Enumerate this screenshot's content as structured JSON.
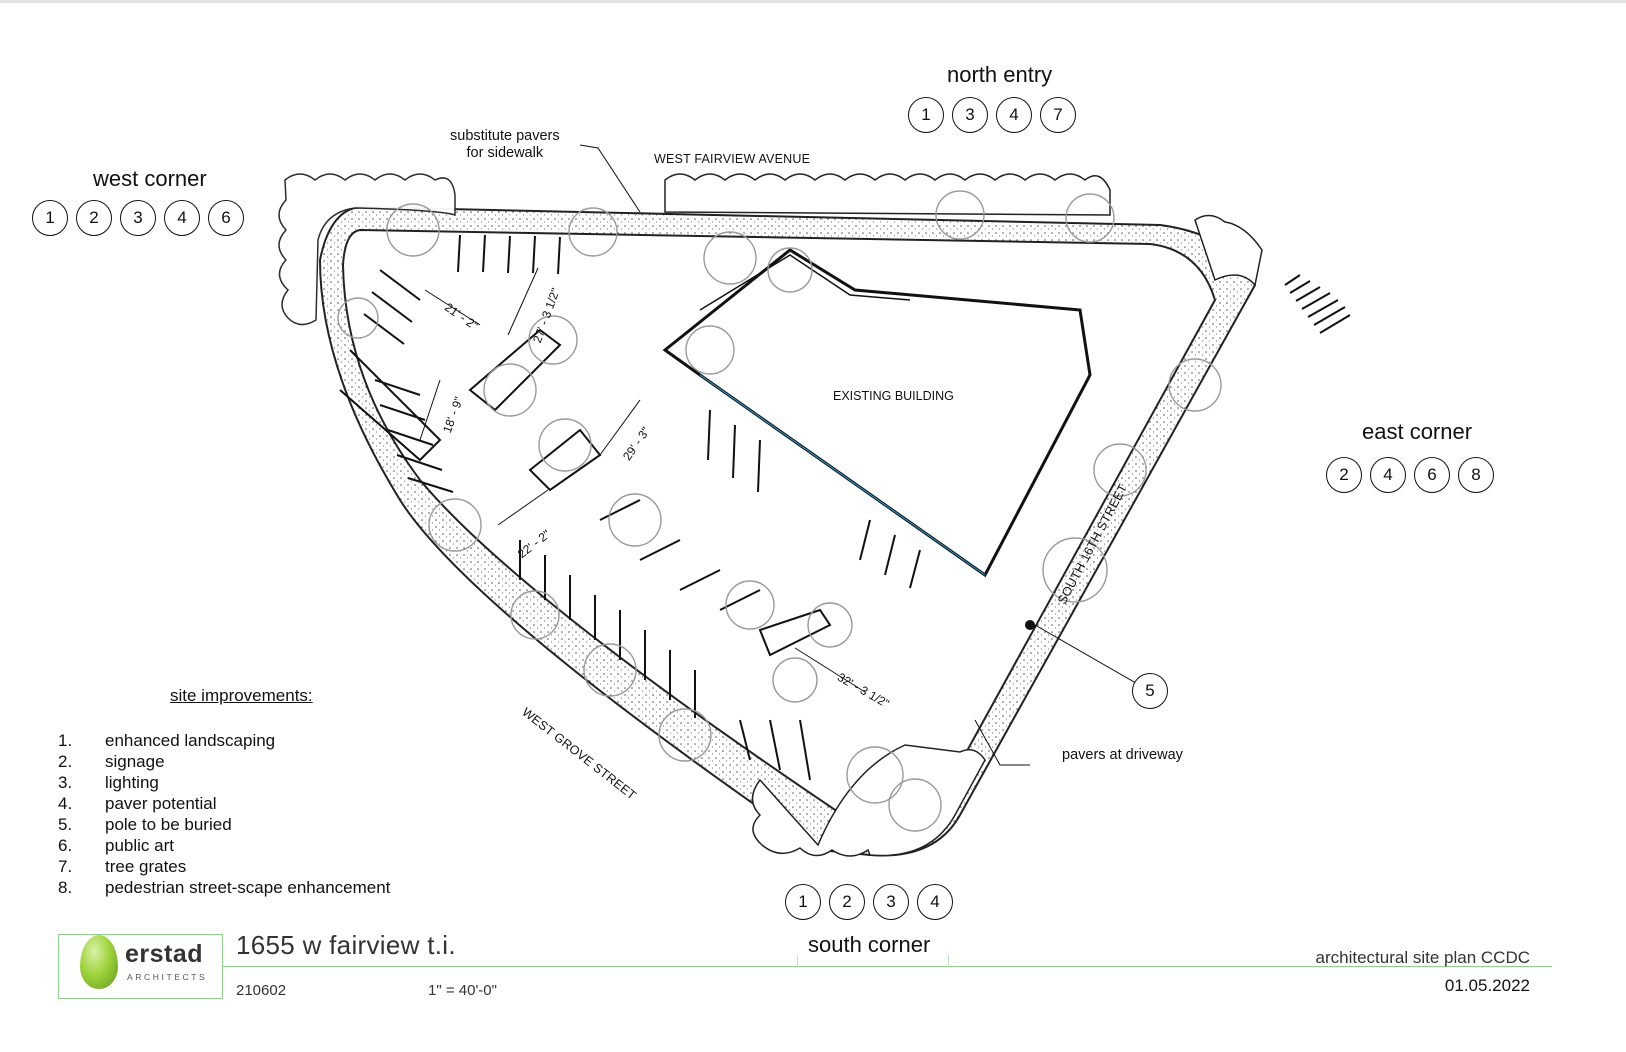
{
  "groups": {
    "north": {
      "title": "north entry",
      "items": [
        "1",
        "3",
        "4",
        "7"
      ]
    },
    "west": {
      "title": "west corner",
      "items": [
        "1",
        "2",
        "3",
        "4",
        "6"
      ]
    },
    "east": {
      "title": "east corner",
      "items": [
        "2",
        "4",
        "6",
        "8"
      ]
    },
    "south": {
      "title": "south corner",
      "items": [
        "1",
        "2",
        "3",
        "4"
      ]
    }
  },
  "streets": {
    "north": "WEST FAIRVIEW AVENUE",
    "east": "SOUTH 16TH STREET",
    "southwest": "WEST GROVE STREET"
  },
  "notes": {
    "pavers_sidewalk_1": "substitute pavers",
    "pavers_sidewalk_2": "for sidewalk",
    "pavers_driveway": "pavers at driveway",
    "pole_marker": "5"
  },
  "building_label": "EXISTING BUILDING",
  "dimensions": [
    "21' - 2\"",
    "27' - 3 1/2\"",
    "18' - 9\"",
    "29' - 3\"",
    "22' - 2\"",
    "32' - 3 1/2\""
  ],
  "legend": {
    "title": "site improvements:",
    "items": [
      {
        "num": "1.",
        "text": "enhanced landscaping"
      },
      {
        "num": "2.",
        "text": "signage"
      },
      {
        "num": "3.",
        "text": "lighting"
      },
      {
        "num": "4.",
        "text": "paver potential"
      },
      {
        "num": "5.",
        "text": "pole to be buried"
      },
      {
        "num": "6.",
        "text": "public art"
      },
      {
        "num": "7.",
        "text": "tree grates"
      },
      {
        "num": "8.",
        "text": "pedestrian street-scape enhancement"
      }
    ]
  },
  "title_block": {
    "firm": "erstad",
    "firm_sub": "ARCHITECTS",
    "project": "1655 w fairview t.i.",
    "project_number": "210602",
    "scale": "1\" = 40'-0\"",
    "sheet_title": "architectural site plan CCDC",
    "date": "01.05.2022"
  },
  "colors": {
    "logo_green": "#8cc63f",
    "title_rule": "#8fd08f",
    "stall_accent": "#2a9fd6",
    "tree_gray": "#9a9a9a"
  }
}
